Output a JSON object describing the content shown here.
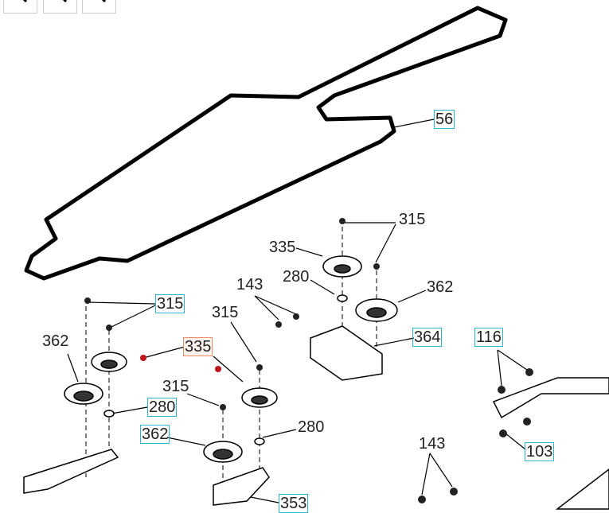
{
  "toolbar": {
    "buttons": [
      {
        "name": "zoom-in",
        "icon": "magnifier-icon"
      },
      {
        "name": "zoom-out",
        "icon": "magnifier-icon"
      },
      {
        "name": "zoom-reset",
        "icon": "magnifier-icon"
      }
    ]
  },
  "labels": {
    "l56": "56",
    "l315a": "315",
    "l335a": "335",
    "l280a": "280",
    "l362a": "362",
    "l143a": "143",
    "l364": "364",
    "l116": "116",
    "l315b": "315",
    "l362b": "362",
    "l335b": "335",
    "l315c": "315",
    "l315d": "315",
    "l280b": "280",
    "l362c": "362",
    "l280c": "280",
    "l143b": "143",
    "l103": "103",
    "l353": "353"
  },
  "colors": {
    "box": "#29b6d6",
    "highlight": "#f08a60",
    "dot": "#c0141c"
  }
}
